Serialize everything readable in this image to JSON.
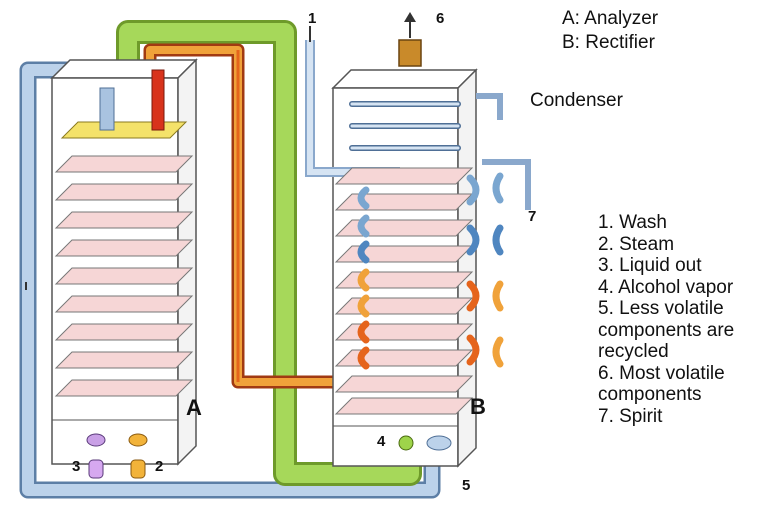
{
  "header": {
    "analyzer_label": "A: Analyzer",
    "rectifier_label": "B: Rectifier"
  },
  "condenser_label": "Condenser",
  "column_a_label": "A",
  "column_b_label": "B",
  "markers": [
    "1",
    "2",
    "3",
    "4",
    "5",
    "6",
    "7"
  ],
  "legend": [
    "1. Wash",
    "2. Steam",
    "3. Liquid out",
    "4. Alcohol vapor",
    "5. Less volatile",
    "components are",
    "recycled",
    "6. Most volatile",
    "components",
    "7. Spirit"
  ],
  "colors": {
    "return_pipe": "#a9c3e0",
    "vapor_pipe": "#9ed44a",
    "hot_pipe": "#e5641c",
    "wash_pipe": "#c8dcf0",
    "trays": "#e8a0a0",
    "valve": "#c98a2a"
  }
}
